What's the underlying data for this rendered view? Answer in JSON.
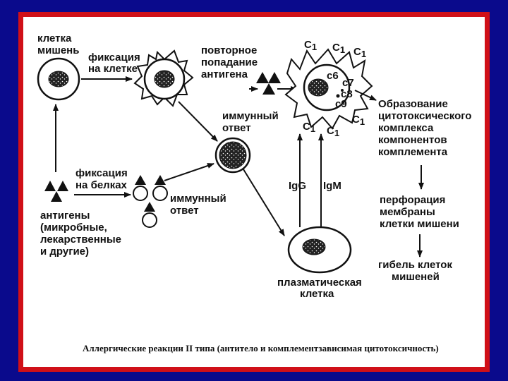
{
  "labels": {
    "target_cell": [
      "клетка",
      "мишень"
    ],
    "fixation_on_cell": [
      "фиксация",
      "на клетке"
    ],
    "repeat_antigen": [
      "повторное",
      "попадание",
      "антигена"
    ],
    "immune_response_top": [
      "иммунный",
      "ответ"
    ],
    "fixation_on_proteins": [
      "фиксация",
      "на белках"
    ],
    "immune_response_bottom": [
      "иммунный",
      "ответ"
    ],
    "antigens": [
      "антигены",
      "(микробные,",
      "лекарственные",
      "и другие)"
    ],
    "plasma_cell": [
      "плазматическая",
      "клетка"
    ],
    "igg": "IgG",
    "igm": "IgM",
    "complex_formation": [
      "Образование",
      "цитотоксического",
      "комплекса",
      "компонентов",
      "комплемента"
    ],
    "perforation": [
      "перфорация",
      "мембраны",
      "клетки мишени"
    ],
    "death": [
      "гибель клеток",
      "мишеней"
    ]
  },
  "complement": {
    "c1": "C",
    "c1_sub": "1",
    "c6": "c6",
    "c7": "c7",
    "c8": "c8",
    "c9": "c9"
  },
  "caption": "Аллергические реакции II типа (антитело и комплементзависимая цитотоксичность)"
}
